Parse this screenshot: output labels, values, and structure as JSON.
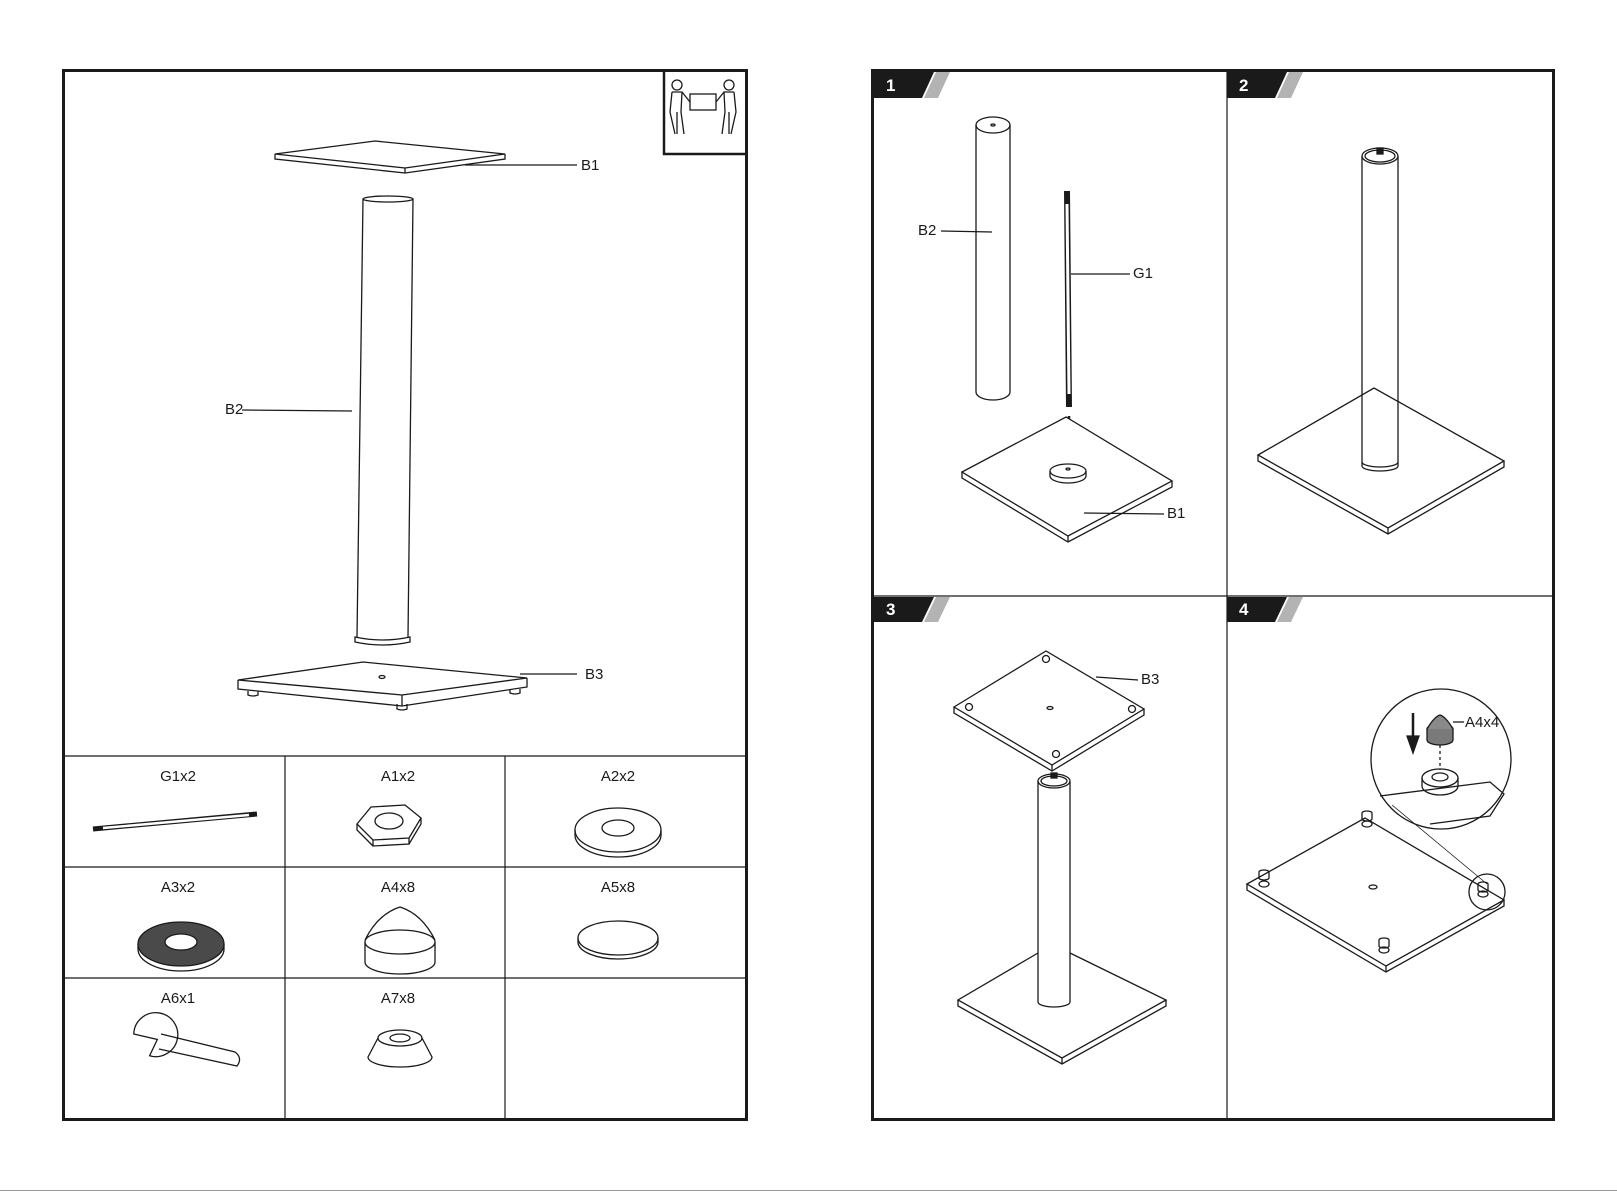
{
  "exploded_view": {
    "labels": {
      "b1": "B1",
      "b2": "B2",
      "b3": "B3"
    },
    "icon": "two-person-lift-icon"
  },
  "parts": [
    {
      "label": "G1x2",
      "icon": "threaded-rod-icon"
    },
    {
      "label": "A1x2",
      "icon": "hex-nut-icon"
    },
    {
      "label": "A2x2",
      "icon": "flat-washer-icon"
    },
    {
      "label": "A3x2",
      "icon": "rubber-washer-icon"
    },
    {
      "label": "A4x8",
      "icon": "spike-foot-icon"
    },
    {
      "label": "A5x8",
      "icon": "pad-icon"
    },
    {
      "label": "A6x1",
      "icon": "wrench-icon"
    },
    {
      "label": "A7x8",
      "icon": "spike-cup-icon"
    }
  ],
  "steps": [
    {
      "number": "1",
      "labels": {
        "b2": "B2",
        "g1": "G1",
        "b1": "B1"
      }
    },
    {
      "number": "2"
    },
    {
      "number": "3",
      "labels": {
        "b3": "B3"
      }
    },
    {
      "number": "4",
      "labels": {
        "a4": "A4x4"
      }
    }
  ],
  "colors": {
    "line": "#1a1a1a",
    "step_tab": "#1a1a1a",
    "step_tab_accent": "#b3b3b3",
    "washer_dark": "#4a4a4a"
  }
}
